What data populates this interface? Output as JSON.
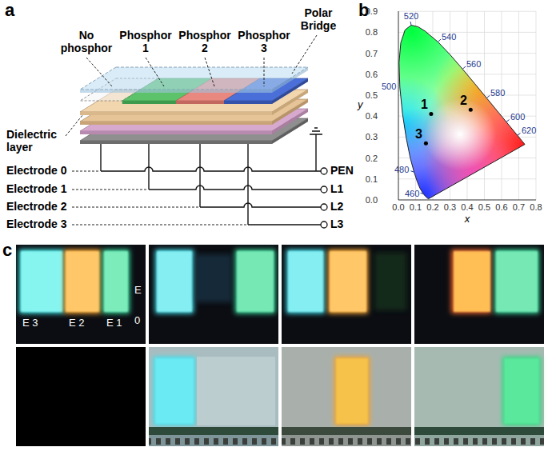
{
  "diagram": {
    "labels": [
      "a",
      "No phosphor",
      "Phosphor 1",
      "Phosphor 2",
      "Phosphor 3",
      "Polar Bridge",
      "Dielectric layer",
      "Electrode 0",
      "Electrode 1",
      "Electrode 2",
      "Electrode 3",
      "PEN",
      "L1",
      "L2",
      "L3",
      "b",
      "0.9",
      "0.8",
      "0.7",
      "0.6",
      "0.5",
      "0.4",
      "0.3",
      "0.2",
      "0.1",
      "0.0",
      "0.0",
      "0.1",
      "0.2",
      "0.3",
      "0.4",
      "0.5",
      "0.6",
      "0.7",
      "0.8",
      "y",
      "x",
      "520",
      "540",
      "560",
      "580",
      "600",
      "620",
      "500",
      "480",
      "460",
      "1",
      "2",
      "3",
      "c",
      "E 3",
      "E 2",
      "E 1",
      "E",
      "0"
    ]
  }
}
